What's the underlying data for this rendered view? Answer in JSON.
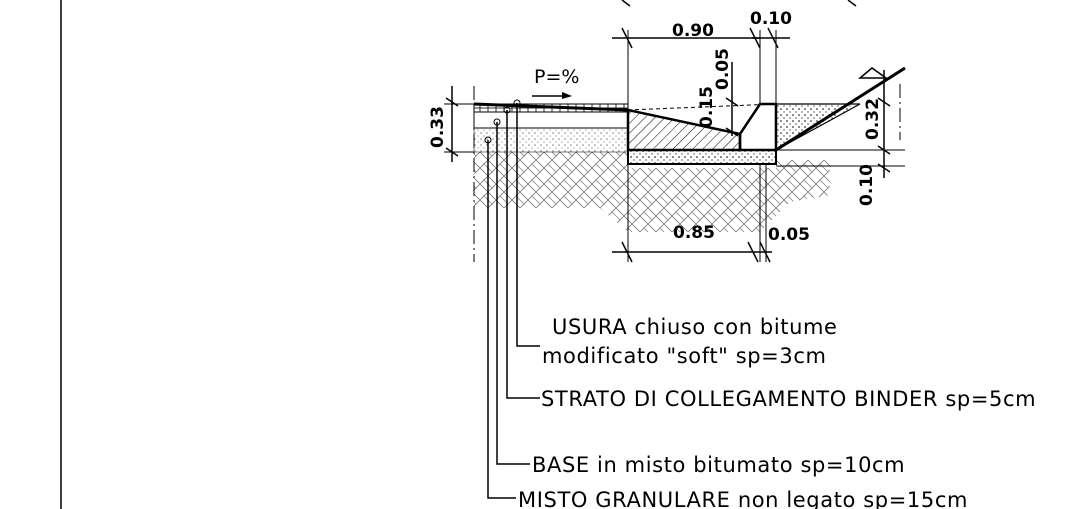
{
  "dimensions": {
    "d_090": "0.90",
    "d_010_top": "0.10",
    "d_005_top": "0.05",
    "d_015": "0.15",
    "d_033": "0.33",
    "d_032": "0.32",
    "d_010_right": "0.10",
    "d_085": "0.85",
    "d_005_bottom": "0.05"
  },
  "slope_label": "P=%",
  "annotations": {
    "usura_line1": "USURA chiuso con bitume",
    "usura_line2": "modificato \"soft\" sp=3cm",
    "binder": "STRATO DI COLLEGAMENTO BINDER sp=5cm",
    "base": "BASE in misto bitumato sp=10cm",
    "misto": "MISTO GRANULARE non legato sp=15cm"
  }
}
